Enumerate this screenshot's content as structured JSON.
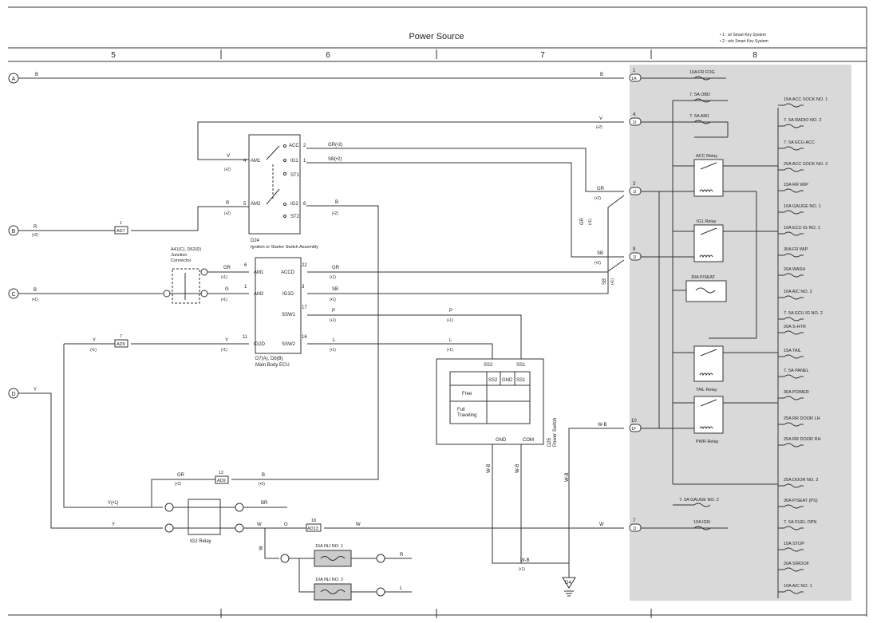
{
  "header": {
    "title": "Power Source",
    "notes": [
      "• 1 : w/ Smart Key System",
      "• 2 : w/o Smart Key System"
    ],
    "columns": [
      "5",
      "6",
      "7",
      "8"
    ]
  },
  "points": [
    "A",
    "B",
    "C",
    "D"
  ],
  "components": {
    "d24_name": "D24",
    "d24_desc": "Ignition or Starter Switch Assembly",
    "d24_pins": [
      "AM1",
      "ACC",
      "IG1",
      "ST1",
      "AM2",
      "IG2",
      "ST2"
    ],
    "d24_pin_nums": [
      "4",
      "2",
      "1",
      "5",
      "6"
    ],
    "ecu_name": "D7(A), D8(B)",
    "ecu_desc": "Main Body ECU",
    "ecu_left": [
      "AM1",
      "AM2",
      "IG2D"
    ],
    "ecu_right": [
      "ACCD",
      "IG1D",
      "SSW1",
      "SSW2"
    ],
    "ecu_left_nums": [
      "6",
      "1",
      "11"
    ],
    "ecu_right_nums": [
      "22",
      "3",
      "17",
      "16"
    ],
    "jc_name": "A41(C), D62(D)",
    "jc_desc1": "Junction",
    "jc_desc2": "Connector",
    "ps_name": "D25",
    "ps_desc": "Power Switch",
    "ps_top": [
      "SS2",
      "SS1"
    ],
    "ps_bottom": [
      "GND",
      "COM"
    ],
    "ps_table_head": [
      "SS2",
      "GND",
      "SS1"
    ],
    "ps_rows": [
      "Free",
      "Full",
      "Traveling"
    ],
    "ig2_relay": "IG2 Relay",
    "ground": "D4"
  },
  "connectors": [
    "AD7",
    "AD9",
    "AD9",
    "AD13"
  ],
  "wires": {
    "B": "B",
    "V": "V",
    "R": "R",
    "GR": "GR",
    "SB": "SB",
    "G": "G",
    "P": "P",
    "L": "L",
    "Y": "Y",
    "Yc": "Y(•1)",
    "BR": "BR",
    "W": "W",
    "WB": "W-B",
    "GRc2": "GR(•2)",
    "SBc2": "SB(•2)",
    "c1": "(•1)",
    "c2": "(•2)"
  },
  "fuse_box": {
    "left": [
      "10A FR FOG",
      "7. 5A OBD",
      "7. 5A AM1",
      "ACC Relay",
      "IG1 Relay",
      "30A P/SEAT",
      "TAIL Relay",
      "PWR Relay",
      "7. 5A GAUGE NO. 2",
      "10A IGN"
    ],
    "right": [
      "15A ACC SOCK NO. 1",
      "7. 5A RADIO NO. 2",
      "7. 5A ECU-ACC",
      "25A ACC SOCK NO. 2",
      "15A RR WIP",
      "10A GAUGE NO. 1",
      "10A ECU IG NO. 1",
      "30A FR WIP",
      "20A WASH",
      "10A A/C NO. 2",
      "7. 5A ECU IG NO. 2",
      "20A S-HTR",
      "15A TAIL",
      "7. 5A PANEL",
      "30A POWER",
      "25A RR DOOR LH",
      "25A RR DOOR RH",
      "25A DOOR NO. 2",
      "30A P/SEAT (PS)",
      "7. 5A FUEL OPN",
      "10A STOP",
      "20A S/ROOF",
      "10A A/C NO. 1"
    ],
    "inputs": [
      {
        "pin": "1",
        "conn": "1A"
      },
      {
        "pin": "4",
        "conn": "1I"
      },
      {
        "pin": "3",
        "conn": "1I"
      },
      {
        "pin": "9",
        "conn": "1I"
      },
      {
        "pin": "10",
        "conn": "1F"
      },
      {
        "pin": "7",
        "conn": "1I"
      }
    ]
  },
  "inj": {
    "labels": [
      "15A INJ NO. 1",
      "10A INJ NO. 2"
    ],
    "conn_no": [
      "1",
      "7",
      "12",
      "18"
    ]
  }
}
